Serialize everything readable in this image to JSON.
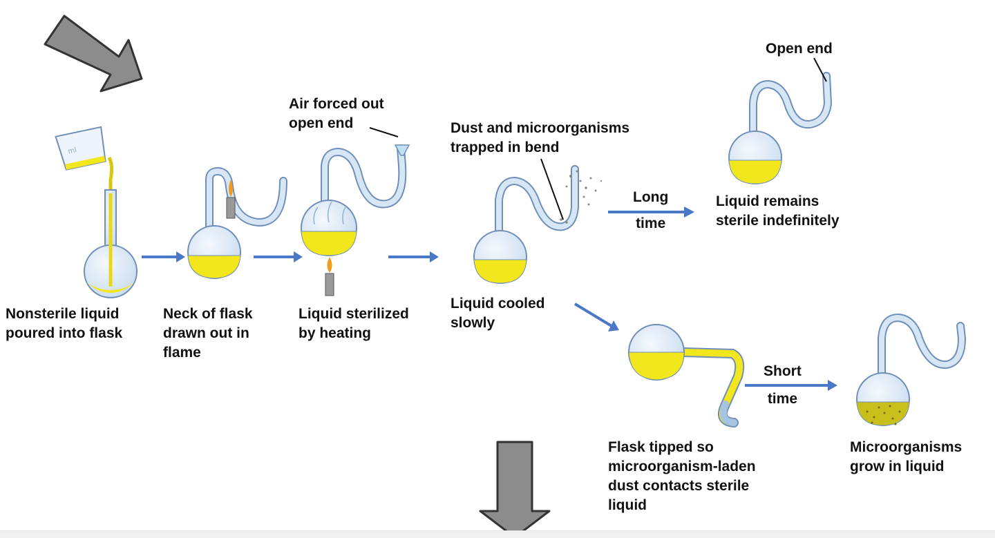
{
  "labels": {
    "step1": [
      "Nonsterile liquid",
      "poured into flask"
    ],
    "step2": [
      "Neck of flask",
      "drawn out in",
      "flame"
    ],
    "step3": [
      "Liquid sterilized",
      "by heating"
    ],
    "air": [
      "Air forced out",
      "open end"
    ],
    "dust": [
      "Dust and microorganisms",
      "trapped in bend"
    ],
    "step4": [
      "Liquid cooled",
      "slowly"
    ],
    "long": [
      "Long",
      "time"
    ],
    "open_end": "Open end",
    "sterile": [
      "Liquid remains",
      "sterile indefinitely"
    ],
    "short": [
      "Short",
      "time"
    ],
    "tipped": [
      "Flask tipped so",
      "microorganism-laden",
      "dust contacts sterile",
      "liquid"
    ],
    "grow": [
      "Microorganisms",
      "grow in liquid"
    ]
  },
  "colors": {
    "liquid": "#f2e61c",
    "glass": "#d6e6f5",
    "glass_stroke": "#6f8fb8",
    "arrow": "#4a78c6",
    "big_arrow": "#8c8c8c",
    "flame": "#f29b1d"
  }
}
